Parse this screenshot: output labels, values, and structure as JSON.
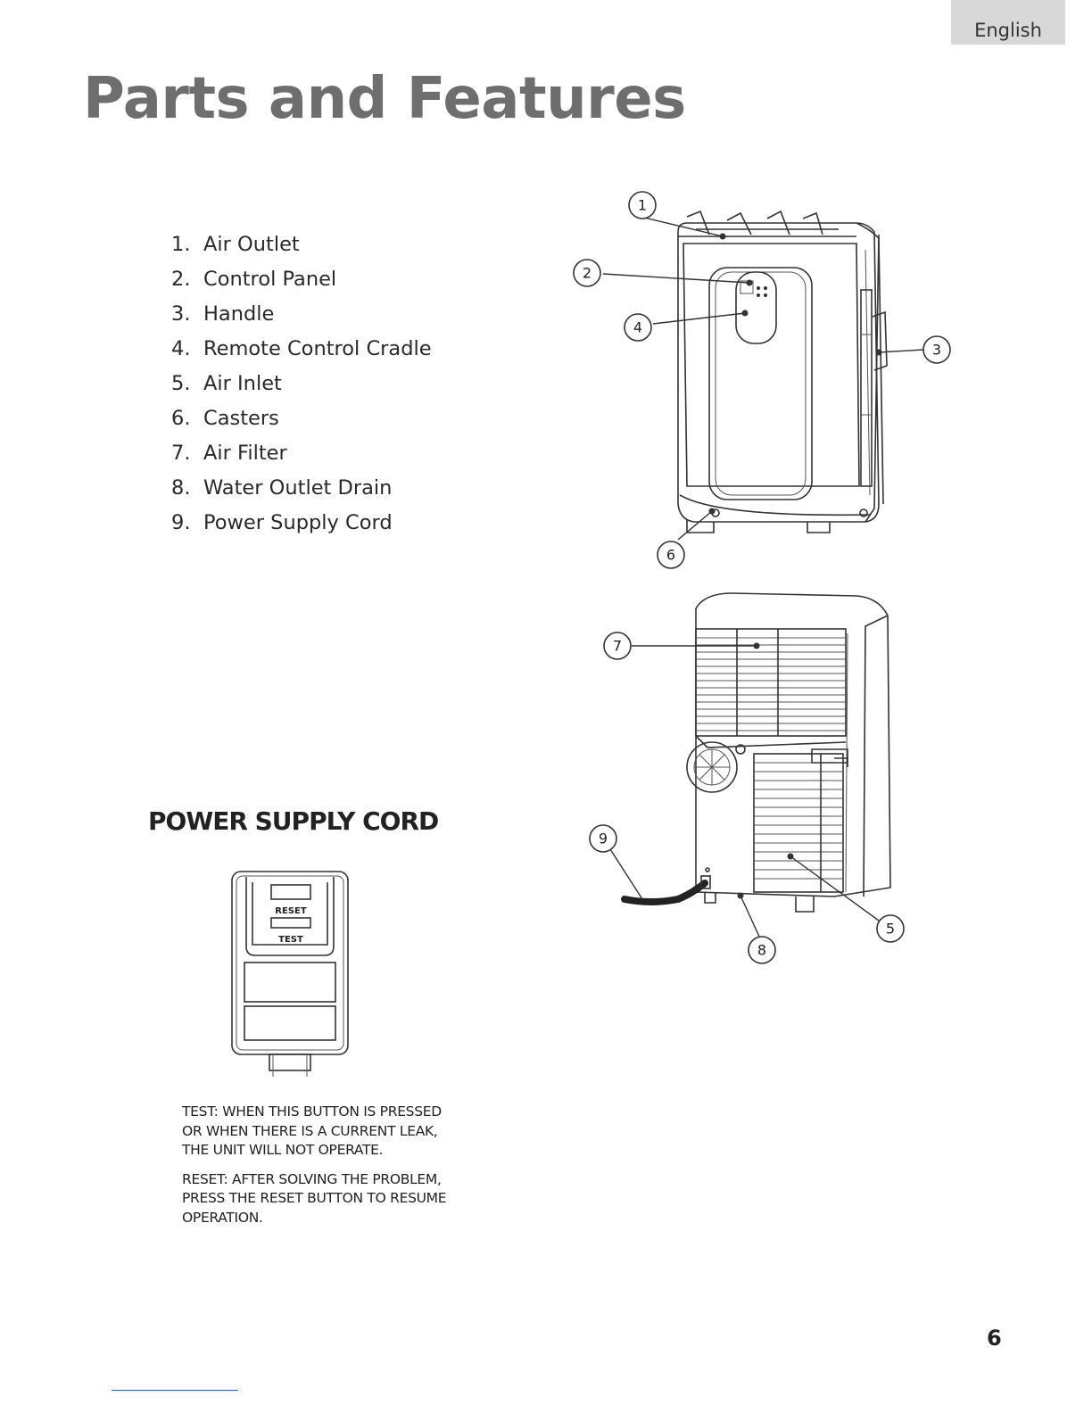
{
  "language_tab": "English",
  "title": "Parts and Features",
  "parts": [
    {
      "num": "1.",
      "label": "Air Outlet"
    },
    {
      "num": "2.",
      "label": "Control Panel"
    },
    {
      "num": "3.",
      "label": "Handle"
    },
    {
      "num": "4.",
      "label": "Remote Control Cradle"
    },
    {
      "num": "5.",
      "label": "Air Inlet"
    },
    {
      "num": "6.",
      "label": "Casters"
    },
    {
      "num": "7.",
      "label": "Air Filter"
    },
    {
      "num": "8.",
      "label": "Water Outlet Drain"
    },
    {
      "num": "9.",
      "label": "Power Supply Cord"
    }
  ],
  "power_cord": {
    "heading": "POWER SUPPLY CORD",
    "plug_reset_label": "RESET",
    "plug_test_label": "TEST",
    "test_note": "TEST: WHEN THIS BUTTON IS PRESSED OR WHEN THERE IS A CURRENT LEAK, THE UNIT WILL NOT OPERATE.",
    "reset_note": "RESET: AFTER SOLVING THE PROBLEM, PRESS THE RESET BUTTON TO RESUME OPERATION."
  },
  "callouts": {
    "front": [
      "1",
      "2",
      "3",
      "4",
      "6"
    ],
    "rear": [
      "7",
      "9",
      "5",
      "8"
    ]
  },
  "page_number": "6"
}
